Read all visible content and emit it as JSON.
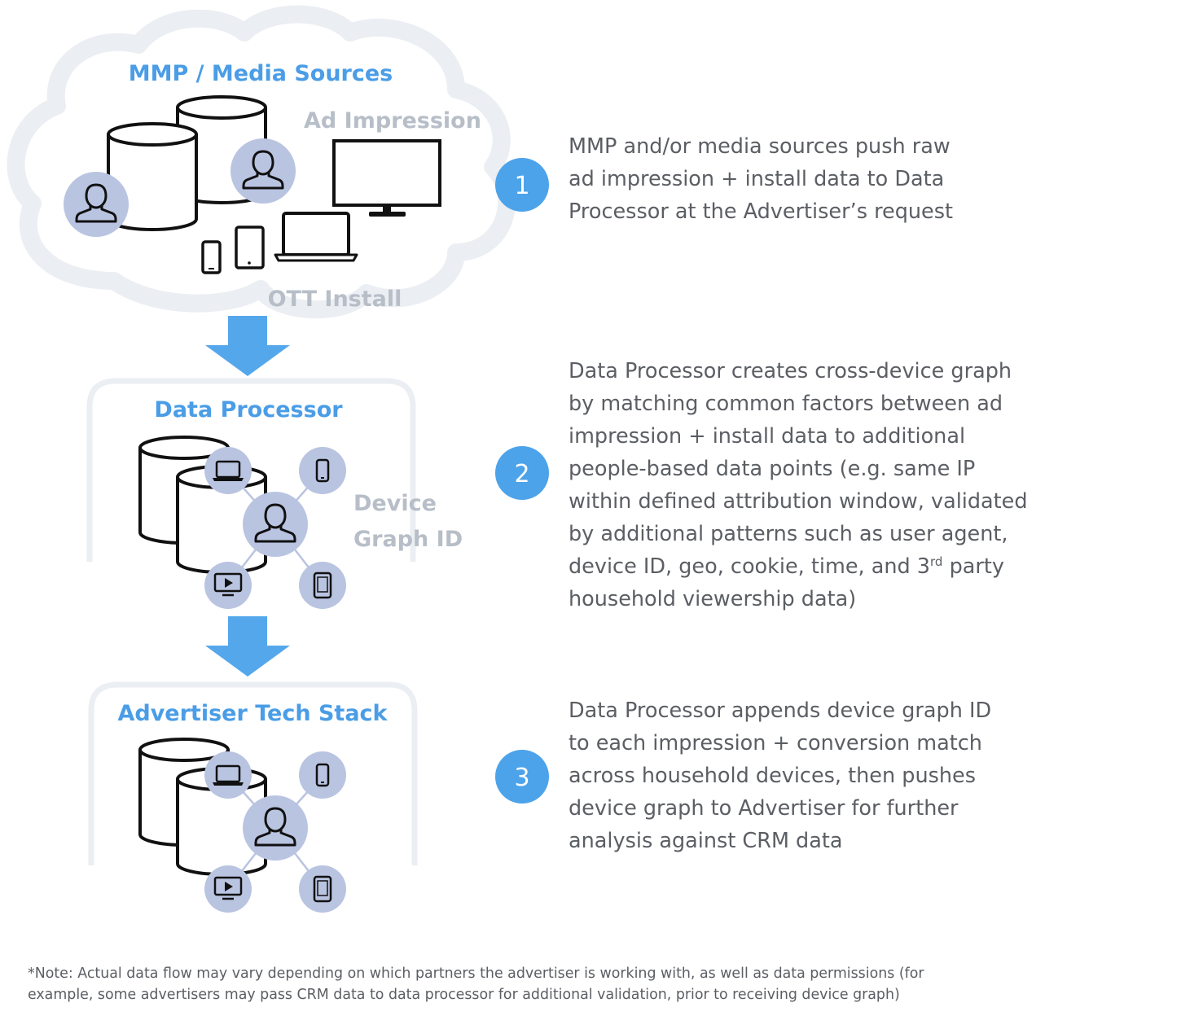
{
  "sources": {
    "title": "MMP / Media Sources",
    "ad_impression_label": "Ad Impression",
    "ott_install_label": "OTT Install"
  },
  "processor": {
    "title": "Data Processor",
    "graph_label_line1": "Device",
    "graph_label_line2": "Graph ID"
  },
  "advertiser": {
    "title": "Advertiser Tech Stack"
  },
  "steps": [
    {
      "number": "1",
      "lines": [
        "MMP and/or media sources push raw",
        "ad impression + install data to Data",
        "Processor at the Advertiser’s request"
      ]
    },
    {
      "number": "2",
      "lines": [
        "Data Processor creates cross-device graph",
        "by matching common factors between ad",
        "impression + install data to additional",
        "people-based data points (e.g. same IP",
        "within defined attribution window, validated",
        "by additional patterns such as user agent,"
      ],
      "line7_prefix": "device ID, geo, cookie, time, and 3",
      "line7_sup": "rd",
      "line7_suffix": " party",
      "line8": "household viewership data)"
    },
    {
      "number": "3",
      "lines": [
        "Data Processor appends device graph ID",
        "to each impression + conversion match",
        "across household devices, then pushes",
        "device graph to Advertiser for further",
        "analysis against CRM data"
      ]
    }
  ],
  "note": {
    "line1": "*Note: Actual data flow may vary depending on which partners the advertiser is working with, as well as data permissions (for",
    "line2": "example, some advertisers may pass CRM data to data processor for additional validation, prior to receiving device graph)"
  },
  "colors": {
    "accent_blue": "#4a9de6",
    "step_circle": "#4da3ea",
    "arrow": "#55a7ec",
    "node_fill": "#b9c4e1",
    "gray_label": "#b7bec8",
    "cloud": "#ebeef2",
    "text": "#5b5e63"
  },
  "icons": [
    "cloud-icon",
    "database-icon",
    "user-icon",
    "monitor-icon",
    "laptop-icon",
    "tablet-icon",
    "phone-icon",
    "tv-icon",
    "down-arrow-icon"
  ]
}
